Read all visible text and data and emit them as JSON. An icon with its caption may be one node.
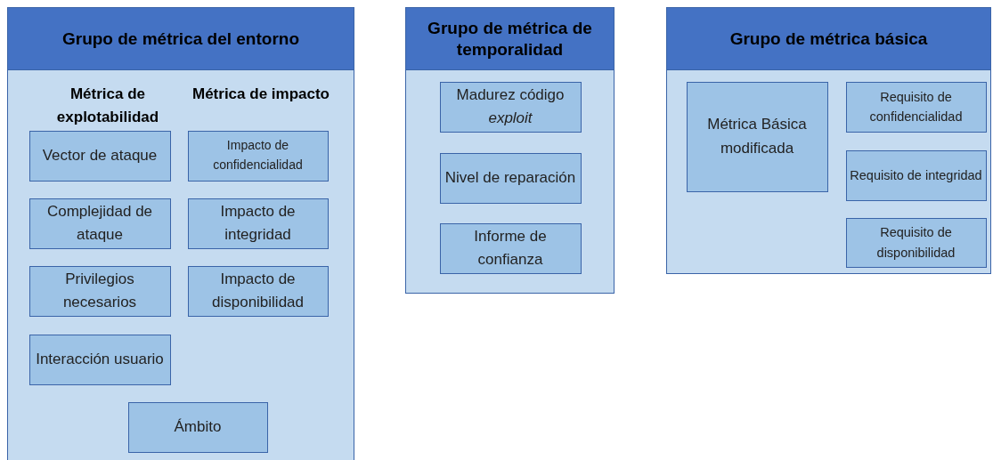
{
  "diagram": {
    "nodes": [
      {
        "text": [
          "Grupo de métrica del entorno",
          "Métrica de explotabilidad",
          "Métrica de impacto"
        ]
      },
      {
        "text": [
          "Vector de ataque"
        ],
        "in": 0
      },
      {
        "text": [
          "Complejidad de ataque"
        ],
        "in": 0
      },
      {
        "text": [
          "Privilegios necesarios"
        ],
        "in": 0
      },
      {
        "text": [
          "Interacción usuario"
        ],
        "in": 0
      },
      {
        "text": [
          "Impacto de confidencialidad"
        ],
        "in": 0
      },
      {
        "text": [
          "Impacto de integridad"
        ],
        "in": 0
      },
      {
        "text": [
          "Impacto de disponibilidad"
        ],
        "in": 0
      },
      {
        "text": [
          "Ámbito"
        ],
        "in": 0
      },
      {
        "text": [
          "Grupo de métrica de temporalidad"
        ]
      },
      {
        "text": [
          "Madurez código *exploit*"
        ],
        "in": 9
      },
      {
        "text": [
          "Nivel de reparación"
        ],
        "in": 9
      },
      {
        "text": [
          "Informe de confianza"
        ],
        "in": 9
      },
      {
        "text": [
          "Grupo de métrica básica"
        ]
      },
      {
        "text": [
          "Métrica Básica modificada"
        ],
        "in": 13
      },
      {
        "text": [
          "Requisito de confidencialidad"
        ],
        "in": 13
      },
      {
        "text": [
          "Requisito de integridad"
        ],
        "in": 13
      },
      {
        "text": [
          "Requisito de disponibilidad"
        ],
        "in": 13
      }
    ]
  }
}
